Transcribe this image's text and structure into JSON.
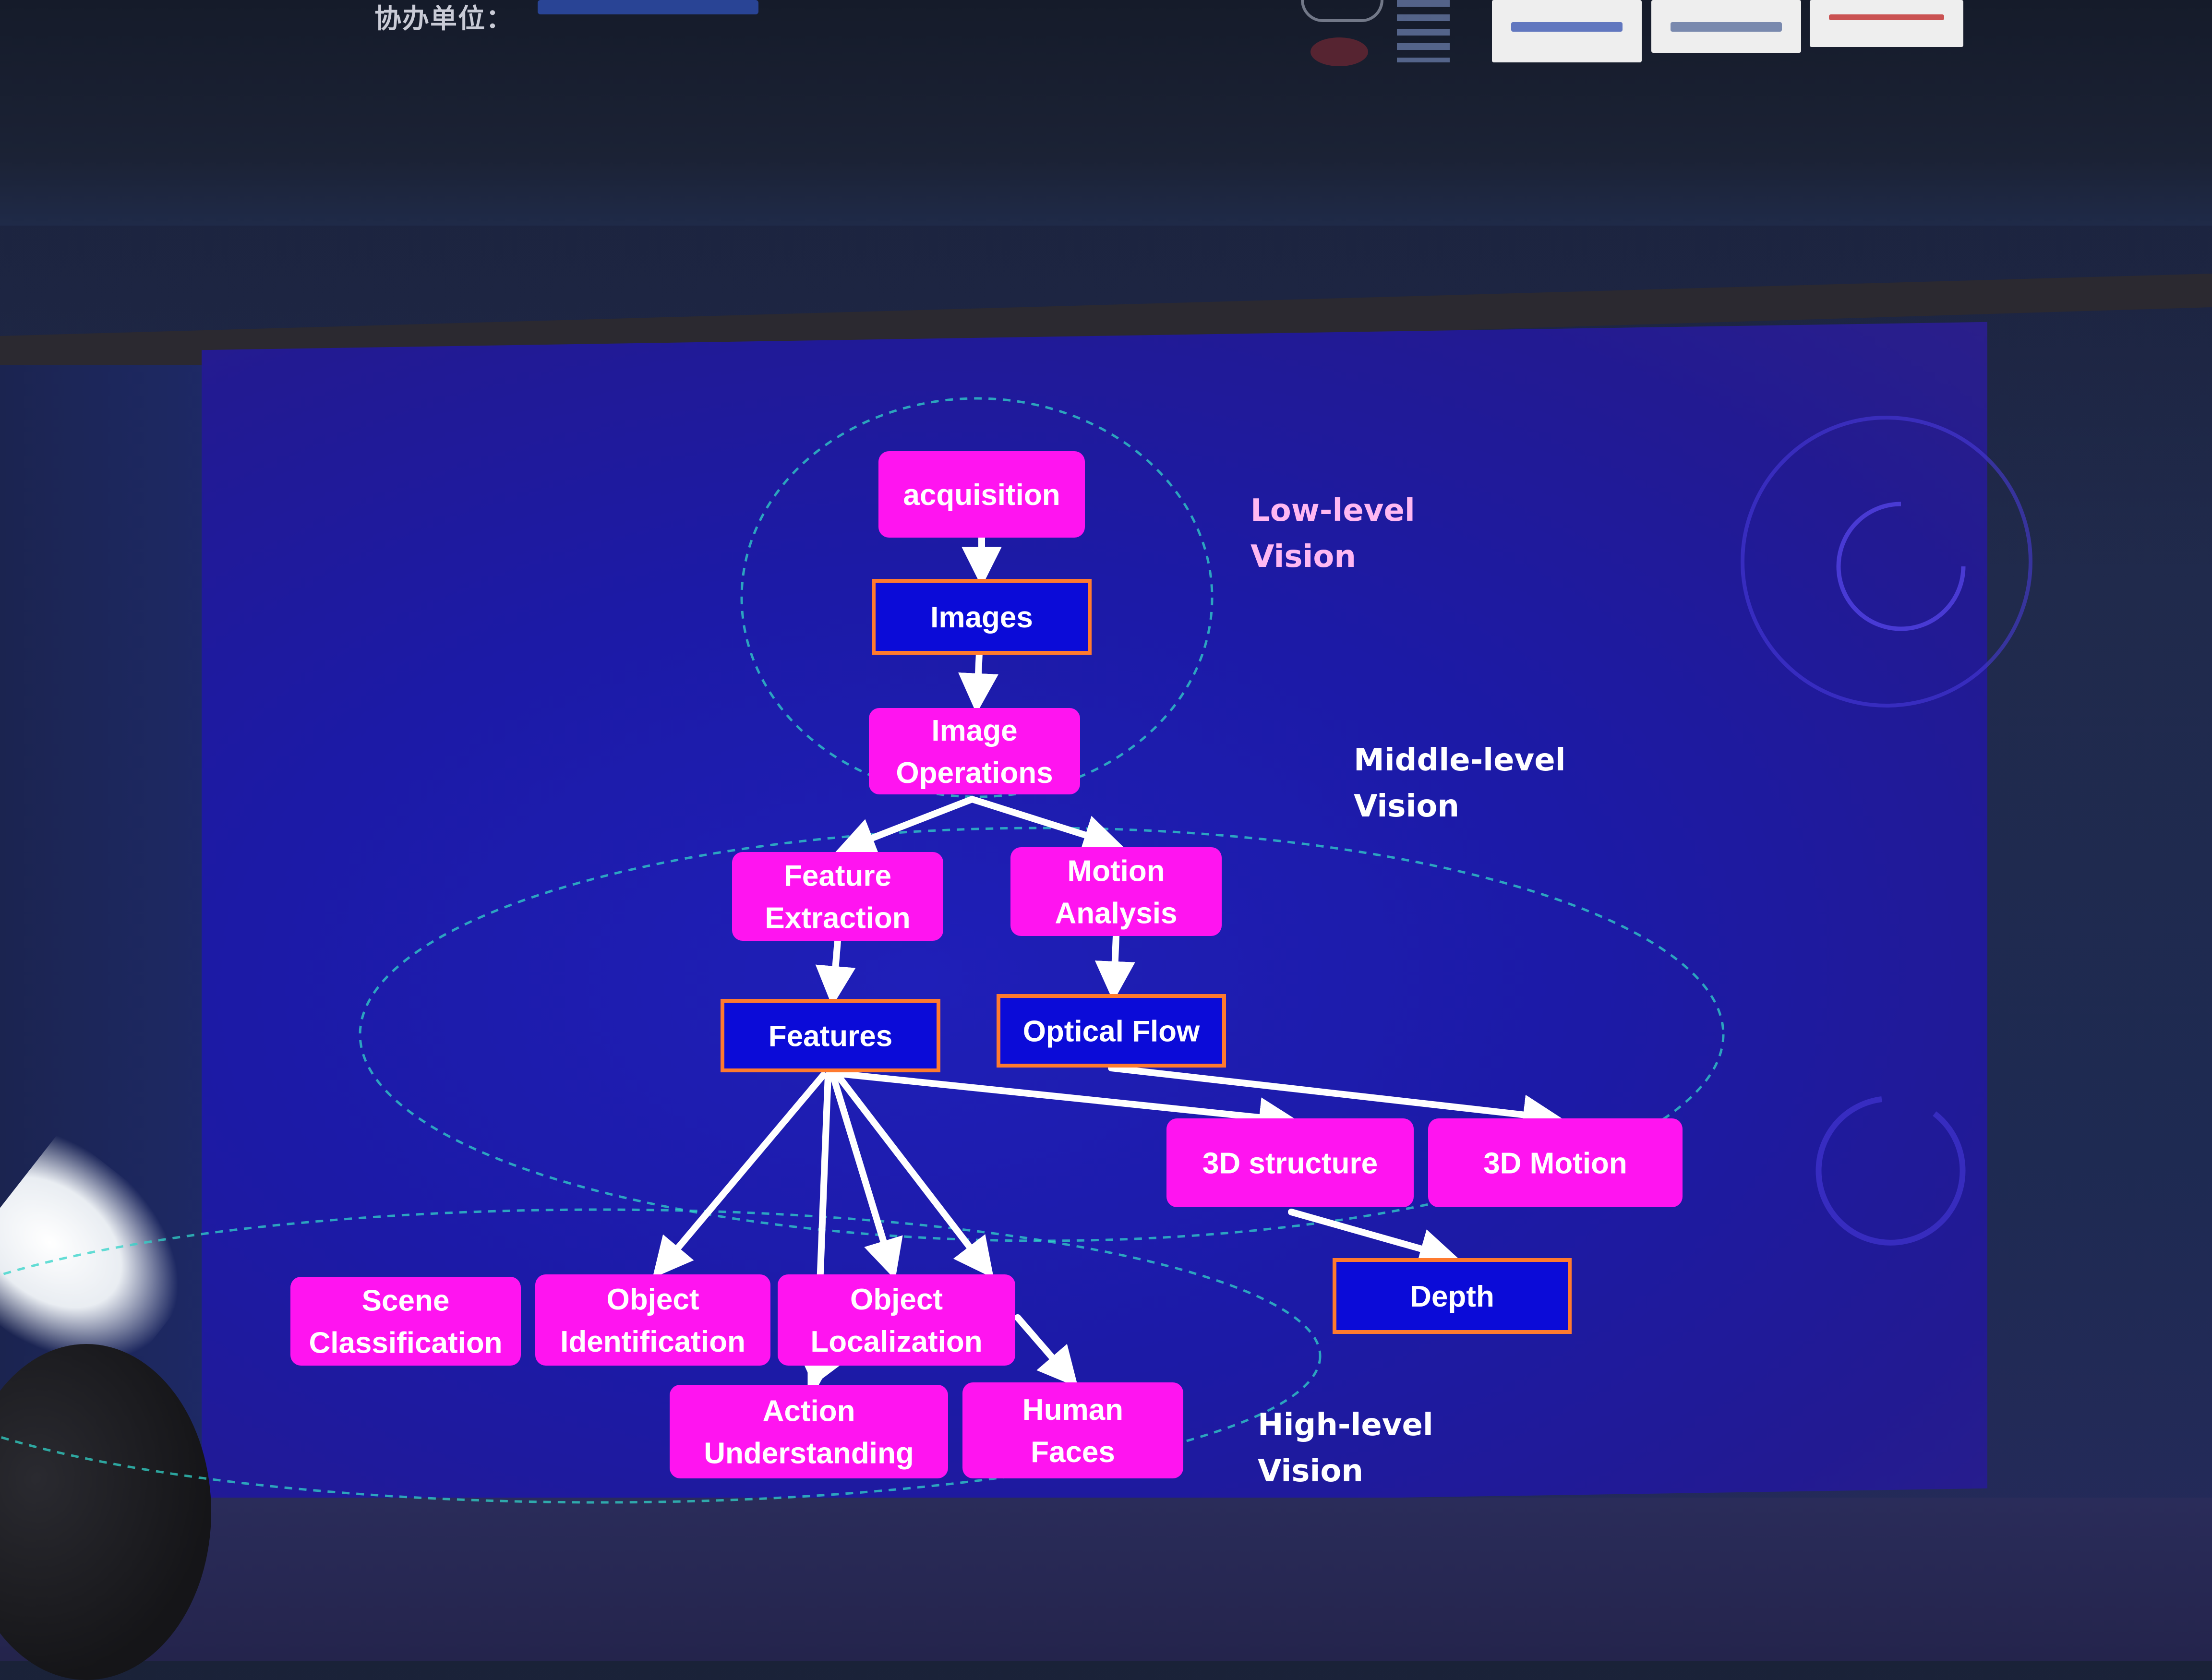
{
  "header": {
    "text": "协办单位："
  },
  "diagram": {
    "levels": [
      {
        "id": "low",
        "lines": [
          "Low-level",
          "Vision"
        ]
      },
      {
        "id": "middle",
        "lines": [
          "Middle-level",
          "Vision"
        ]
      },
      {
        "id": "high",
        "lines": [
          "High-level",
          "Vision"
        ]
      }
    ],
    "nodes": [
      {
        "id": "acquisition",
        "kind": "process",
        "lines": [
          "acquisition"
        ]
      },
      {
        "id": "images",
        "kind": "data",
        "lines": [
          "Images"
        ]
      },
      {
        "id": "image-operations",
        "kind": "process",
        "lines": [
          "Image",
          "Operations"
        ]
      },
      {
        "id": "feature-extraction",
        "kind": "process",
        "lines": [
          "Feature",
          "Extraction"
        ]
      },
      {
        "id": "motion-analysis",
        "kind": "process",
        "lines": [
          "Motion",
          "Analysis"
        ]
      },
      {
        "id": "features",
        "kind": "data",
        "lines": [
          "Features"
        ]
      },
      {
        "id": "optical-flow",
        "kind": "data",
        "lines": [
          "Optical Flow"
        ]
      },
      {
        "id": "3d-structure",
        "kind": "process",
        "lines": [
          "3D structure"
        ]
      },
      {
        "id": "3d-motion",
        "kind": "process",
        "lines": [
          "3D Motion"
        ]
      },
      {
        "id": "depth",
        "kind": "data",
        "lines": [
          "Depth"
        ]
      },
      {
        "id": "scene-classification",
        "kind": "process",
        "lines": [
          "Scene",
          "Classification"
        ]
      },
      {
        "id": "object-identification",
        "kind": "process",
        "lines": [
          "Object",
          "Identification"
        ]
      },
      {
        "id": "object-localization",
        "kind": "process",
        "lines": [
          "Object",
          "Localization"
        ]
      },
      {
        "id": "action-understanding",
        "kind": "process",
        "lines": [
          "Action",
          "Understanding"
        ]
      },
      {
        "id": "human-faces",
        "kind": "process",
        "lines": [
          "Human",
          "Faces"
        ]
      }
    ],
    "edges": [
      {
        "from": "acquisition",
        "to": "images"
      },
      {
        "from": "images",
        "to": "image-operations"
      },
      {
        "from": "image-operations",
        "to": "feature-extraction"
      },
      {
        "from": "image-operations",
        "to": "motion-analysis"
      },
      {
        "from": "feature-extraction",
        "to": "features"
      },
      {
        "from": "motion-analysis",
        "to": "optical-flow"
      },
      {
        "from": "features",
        "to": "3d-structure"
      },
      {
        "from": "optical-flow",
        "to": "3d-motion"
      },
      {
        "from": "3d-structure",
        "to": "depth"
      },
      {
        "from": "features",
        "to": "object-identification"
      },
      {
        "from": "features",
        "to": "object-localization"
      },
      {
        "from": "features",
        "to": "action-understanding"
      },
      {
        "from": "features",
        "to": "human-faces"
      },
      {
        "from": "object-localization",
        "to": "action-understanding"
      },
      {
        "from": "object-localization",
        "to": "human-faces"
      }
    ],
    "colors": {
      "process_fill": "#ff14f0",
      "data_fill": "#0b0bd8",
      "data_border": "#ff7a2e",
      "edge": "#ffffff",
      "ellipse": "#31d3c8",
      "screen": "#1f1fb8"
    }
  }
}
